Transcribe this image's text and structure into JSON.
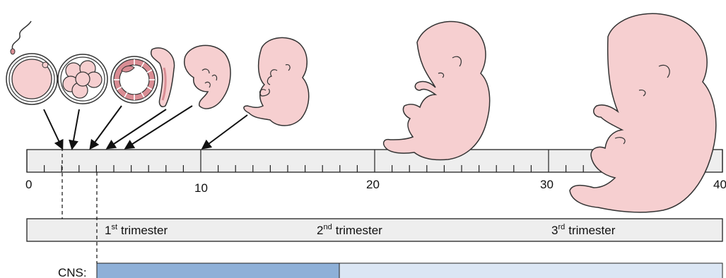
{
  "scale": {
    "min": 0,
    "max": 40,
    "major_labels": [
      "0",
      "10",
      "20",
      "30",
      "40"
    ]
  },
  "trimesters": [
    {
      "num": "1",
      "sup": "st",
      "label": "trimester"
    },
    {
      "num": "2",
      "sup": "nd",
      "label": "trimester"
    },
    {
      "num": "3",
      "sup": "rd",
      "label": "trimester"
    }
  ],
  "systems": {
    "cns_label": "CNS:"
  },
  "stages": [
    {
      "icon": "oocyte-icon",
      "week": 2
    },
    {
      "icon": "morula-icon",
      "week": 2.6
    },
    {
      "icon": "blastocyst-icon",
      "week": 3.6
    },
    {
      "icon": "embryo-elongated-icon",
      "week": 4.6
    },
    {
      "icon": "embryo-curled-icon",
      "week": 5.7
    },
    {
      "icon": "embryo-icon",
      "week": 10
    },
    {
      "icon": "fetus-icon",
      "week": 20
    },
    {
      "icon": "fetus-large-icon",
      "week": 32
    }
  ],
  "colors": {
    "skin": "#f6cfd0",
    "skin_dark": "#d98d94",
    "bar_fill": "#eeeeee",
    "cns_dark": "#8eb0d8",
    "cns_light": "#dbe6f4"
  }
}
